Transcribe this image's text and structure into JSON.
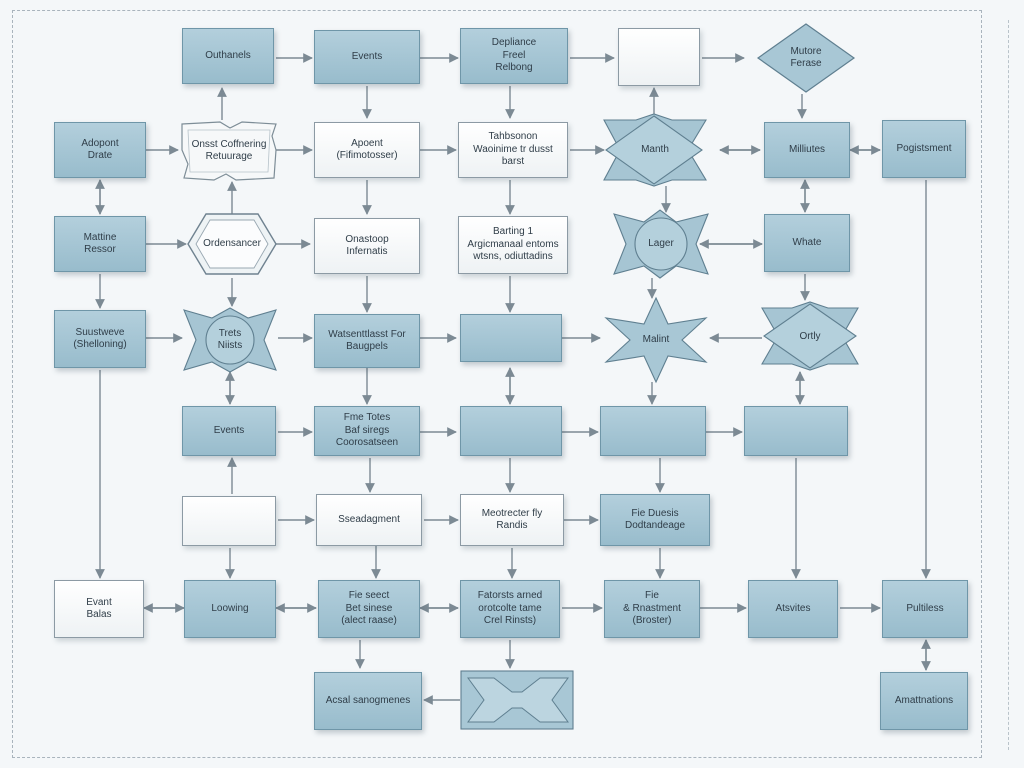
{
  "nodes": {
    "outhanels": "Outhanels",
    "events_top": "Events",
    "depliance": "Depliance\nFreel\nRelbong",
    "blank_top": "",
    "mutore": "Mutore\nFerase",
    "adopont": "Adopont\nDrate",
    "onsst": "Onsst  Coffnering\nRetuurage",
    "apoent": "Apoent\n(Fifimotosser)",
    "tahbsonon": "Tahbsonon\nWaoinime tr dusst\nbarst",
    "manth": "Manth",
    "milliutes": "Milliutes",
    "pogistsment": "Pogistsment",
    "mattine": "Mattine\nRessor",
    "ordensancer": "Ordensancer",
    "onastoop": "Onastoop\nInfernatis",
    "barting": "Barting 1\nArgicmanaal entoms\nwtsns, odiuttadins",
    "lager": "Lager",
    "whate": "Whate",
    "suustweve": "Suustweve\n(Shelloning)",
    "trets": "Trets\nNiists",
    "watsentlast": "Watsenttlasst For\nBaugpels",
    "blank_mid1": "",
    "malint": "Malint",
    "ortly": "Ortly",
    "events_mid": "Events",
    "fme_totes": "Fme Totes\nBaf siregs\nCoorosatseen",
    "blank_mid2": "",
    "blank_mid3": "",
    "blank_mid4": "",
    "blank_left": "",
    "sseadagment": "Sseadagment",
    "meotrecter": "Meotrecter fly\nRandis",
    "fie_duesis": "Fie Duesis\nDodtandeage",
    "evant_balas": "Evant\nBalas",
    "loowing": "Loowing",
    "fie_ssect": "Fie seect\nBet sinese\n(alect raase)",
    "fatorsts": "Fatorsts arned\norotcolte tame\nCrel Rinsts)",
    "fie_rnastment": "Fie\n& Rnastment\n(Broster)",
    "atsvites": "Atsvites",
    "pultiless": "Pultiless",
    "acsal": "Acsal sanogmenes",
    "amattnations": "Amattnations"
  },
  "colors": {
    "node_fill": "#a8c7d5",
    "node_border": "#6f96a8",
    "white_fill": "#f9fbfc",
    "connector": "#7c8a94"
  }
}
